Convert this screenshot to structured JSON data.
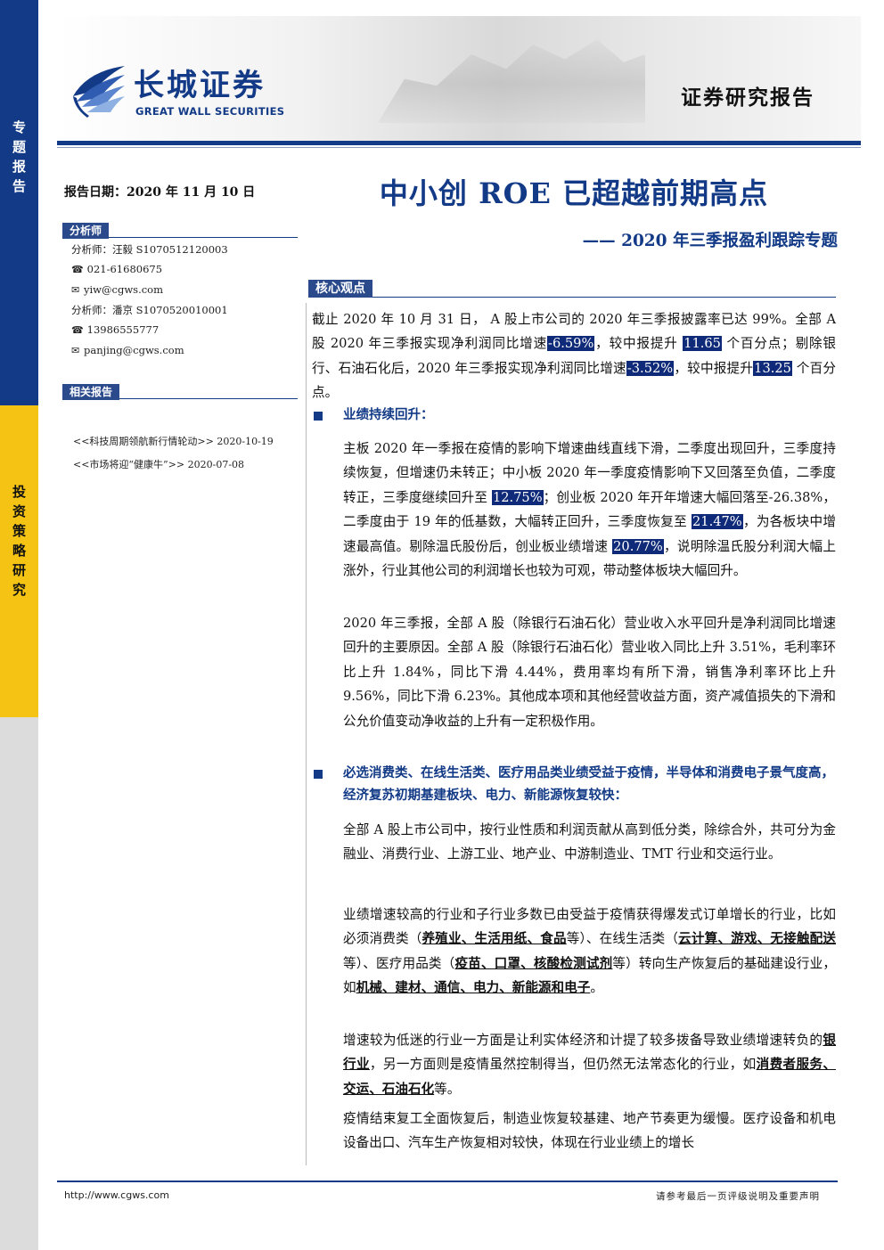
{
  "sidebar": {
    "top_label": [
      "专",
      "题",
      "报",
      "告"
    ],
    "middle_label": [
      "投",
      "资",
      "策",
      "略",
      "研",
      "究"
    ]
  },
  "header": {
    "brand_cn": "长城证券",
    "brand_en": "GREAT WALL SECURITIES",
    "report_type": "证券研究报告"
  },
  "meta": {
    "report_date": "报告日期：2020 年 11 月 10 日"
  },
  "analysts": {
    "heading": "分析师",
    "lines": [
      "分析师：汪毅  S1070512120003",
      "021-61680675",
      "yiw@cgws.com",
      "分析师：潘京  S1070520010001",
      "13986555777",
      "panjing@cgws.com"
    ],
    "icons": [
      "",
      "phone-icon",
      "mail-icon",
      "",
      "phone-icon",
      "mail-icon"
    ]
  },
  "related": {
    "heading": "相关报告",
    "items": [
      "<<科技周期领航新行情轮动>> 2020-10-19",
      "<<市场将迎“健康牛”>> 2020-07-08"
    ]
  },
  "title": {
    "main": "中小创 ROE 已超越前期高点",
    "sub": "—— 2020 年三季报盈利跟踪专题"
  },
  "core": {
    "heading": "核心观点",
    "intro": {
      "t1": "截止 2020 年 10 月 31 日， A 股上市公司的 2020 年三季报披露率已达 99%。全部 A 股 2020 年三季报实现净利润同比增速",
      "h1": "-6.59%",
      "t2": "，较中报提升 ",
      "h2": "11.65",
      "t3": " 个百分点；剔除银行、石油石化后，2020 年三季报实现净利润同比增速",
      "h3": "-3.52%",
      "t4": "，较中报提升",
      "h4": "13.25",
      "t5": " 个百分点。"
    },
    "b1": {
      "heading": "业绩持续回升：",
      "p1": {
        "t1": "主板 2020 年一季报在疫情的影响下增速曲线直线下滑，二季度出现回升，三季度持续恢复，但增速仍未转正；中小板 2020 年一季度疫情影响下又回落至负值，二季度转正，三季度继续回升至 ",
        "h1": "12.75%",
        "t2": "；创业板 2020 年开年增速大幅回落至-26.38%，二季度由于 19 年的低基数，大幅转正回升，三季度恢复至 ",
        "h2": "21.47%",
        "t3": "，为各板块中增速最高值。剔除温氏股份后，创业板业绩增速 ",
        "h3": "20.77%",
        "t4": "，说明除温氏股分利润大幅上涨外，行业其他公司的利润增长也较为可观，带动整体板块大幅回升。"
      },
      "p2": "2020 年三季报，全部 A 股（除银行石油石化）营业收入水平回升是净利润同比增速回升的主要原因。全部 A 股（除银行石油石化）营业收入同比上升 3.51%，毛利率环比上升 1.84%，同比下滑 4.44%，费用率均有所下滑，销售净利率环比上升 9.56%，同比下滑 6.23%。其他成本项和其他经营收益方面，资产减值损失的下滑和公允价值变动净收益的上升有一定积极作用。"
    },
    "b2": {
      "heading": "必选消费类、在线生活类、医疗用品类业绩受益于疫情，半导体和消费电子景气度高，经济复苏初期基建板块、电力、新能源恢复较快：",
      "p1": "全部 A 股上市公司中，按行业性质和利润贡献从高到低分类，除综合外，共可分为金融业、消费行业、上游工业、地产业、中游制造业、TMT 行业和交运行业。",
      "p2": {
        "t1": "业绩增速较高的行业和子行业多数已由受益于疫情获得爆发式订单增长的行业，比如必须消费类（",
        "u1": "养殖业、生活用纸、食品",
        "t2": "等）、在线生活类（",
        "u2": "云计算、游戏、无接触配送",
        "t3": "等）、医疗用品类（",
        "u3": "疫苗、口罩、核酸检测试剂",
        "t4": "等）转向生产恢复后的基础建设行业，如",
        "u4": "机械、建材、通信、电力、新能源和电子",
        "t5": "。"
      },
      "p3": {
        "t1": "增速较为低迷的行业一方面是让利实体经济和计提了较多拨备导致业绩增速转负的",
        "u1": "银行业",
        "t2": "，另一方面则是疫情虽然控制得当，但仍然无法常态化的行业，如",
        "u2": "消费者服务、交运、石油石化",
        "t3": "等。"
      },
      "p4": "疫情结束复工全面恢复后，制造业恢复较基建、地产节奏更为缓慢。医疗设备和机电设备出口、汽车生产恢复相对较快，体现在行业业绩上的增长"
    }
  },
  "footer": {
    "url": "http://www.cgws.com",
    "note": "请参考最后一页评级说明及重要声明"
  }
}
